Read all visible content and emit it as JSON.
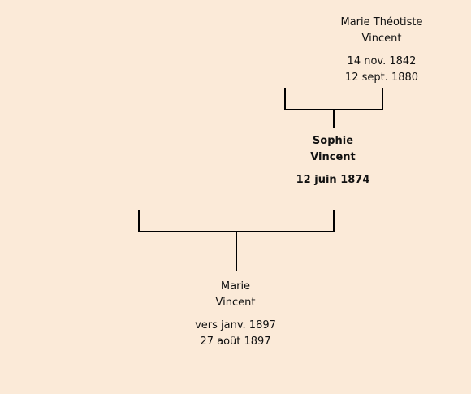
{
  "people": {
    "grandmother": {
      "first_name": "Marie Théotiste",
      "last_name": "Vincent",
      "birth": "14 nov. 1842",
      "death": "12 sept. 1880"
    },
    "mother": {
      "first_name": "Sophie",
      "last_name": "Vincent",
      "birth": "12 juin 1874"
    },
    "child": {
      "first_name": "Marie",
      "last_name": "Vincent",
      "birth": "vers janv. 1897",
      "death": "27 août 1897"
    }
  },
  "colors": {
    "background": "#fbead8",
    "line": "#000000"
  }
}
